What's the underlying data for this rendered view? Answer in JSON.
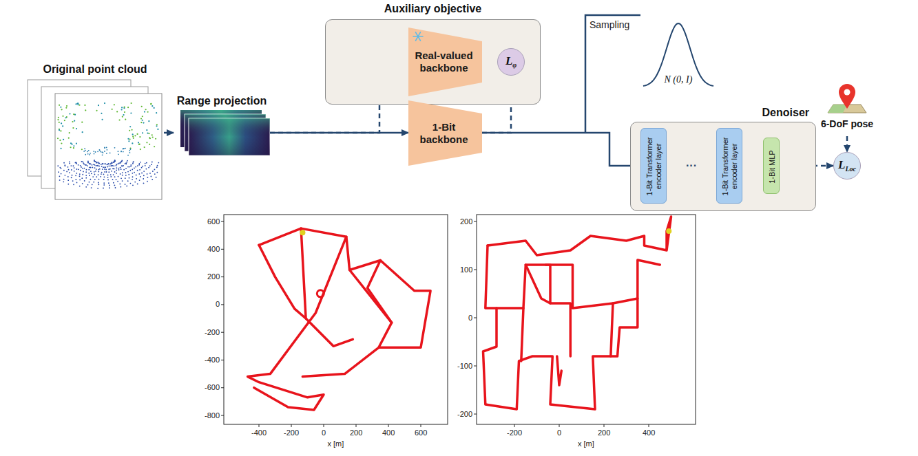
{
  "diagram": {
    "nodes": [
      {
        "text": [
          "Original point cloud"
        ]
      },
      {
        "text": [
          "Range projection"
        ]
      },
      {
        "text": [
          "Auxiliary objective"
        ]
      },
      {
        "text": [
          "Real-valued backbone"
        ],
        "in": 2
      },
      {
        "text": [
          "Lφ"
        ],
        "in": 2
      },
      {
        "text": [
          "1-Bit backbone"
        ]
      },
      {
        "text": [
          "Denoiser"
        ]
      },
      {
        "text": [
          "1-Bit Transformer encoder layer"
        ],
        "in": 6
      },
      {
        "text": [
          "1-Bit Transformer encoder layer"
        ],
        "in": 6
      },
      {
        "text": [
          "1-Bit MLP"
        ],
        "in": 6
      },
      {
        "text": [
          "LLoc"
        ]
      },
      {
        "text": [
          "6-DoF pose"
        ]
      }
    ],
    "edges": [
      {
        "from": 0,
        "to": 1,
        "arrow": "to"
      },
      {
        "from": 1,
        "to": 5,
        "arrow": "to"
      },
      {
        "from": 1,
        "to": 3,
        "arrow": "to"
      },
      {
        "from": 3,
        "to": 4,
        "arrow": "to"
      },
      {
        "from": 5,
        "to": 4,
        "arrow": "to"
      },
      {
        "from": 5,
        "to": 7,
        "arrow": "to"
      },
      {
        "from": 7,
        "to": 8,
        "label": "···",
        "arrow": "to"
      },
      {
        "from": 8,
        "to": 9,
        "arrow": "to"
      },
      {
        "from": 9,
        "to": 10,
        "arrow": "to"
      },
      {
        "from": 11,
        "to": 10,
        "arrow": "to"
      }
    ],
    "labels": [
      "Sampling",
      "N (0, I)",
      "-400",
      "-200",
      "0",
      "200",
      "400",
      "600",
      "600",
      "400",
      "200",
      "0",
      "-200",
      "-400",
      "-600",
      "-800",
      "x [m]",
      "-200",
      "0",
      "200",
      "400",
      "200",
      "100",
      "0",
      "-100",
      "-200",
      "x [m]"
    ]
  }
}
